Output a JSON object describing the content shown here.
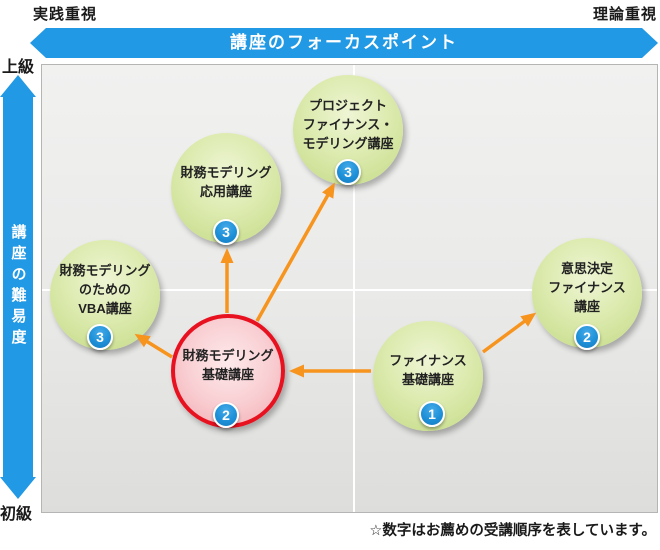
{
  "header": {
    "left_label": "実践重視",
    "right_label": "理論重視",
    "banner_title": "講座のフォーカスポイント"
  },
  "y_axis": {
    "top_label": "上級",
    "bottom_label": "初級",
    "title": "講座の難易度"
  },
  "courses": [
    {
      "id": "project-finance-modeling",
      "lines": [
        "プロジェクト",
        "ファイナンス・",
        "モデリング講座"
      ],
      "order": "3",
      "highlighted": false
    },
    {
      "id": "modeling-advanced",
      "lines": [
        "財務モデリング",
        "応用講座"
      ],
      "order": "3",
      "highlighted": false
    },
    {
      "id": "vba-for-modeling",
      "lines": [
        "財務モデリング",
        "のための",
        "VBA講座"
      ],
      "order": "3",
      "highlighted": false
    },
    {
      "id": "modeling-basic",
      "lines": [
        "財務モデリング",
        "基礎講座"
      ],
      "order": "2",
      "highlighted": true
    },
    {
      "id": "finance-basic",
      "lines": [
        "ファイナンス",
        "基礎講座"
      ],
      "order": "1",
      "highlighted": false
    },
    {
      "id": "decision-finance",
      "lines": [
        "意思決定",
        "ファイナンス",
        "講座"
      ],
      "order": "2",
      "highlighted": false
    }
  ],
  "footnote": "☆数字はお薦めの受講順序を表しています。",
  "colors": {
    "banner_blue": "#2199e4",
    "badge_blue": "#1e90d8",
    "arrow_orange": "#f7941e",
    "course_circle_green": "#d5e7a2",
    "highlighted_circle_pink": "#f8cdd1",
    "highlighted_circle_border_red": "#e8111f",
    "plot_background_gray": "#e9e9e8"
  }
}
